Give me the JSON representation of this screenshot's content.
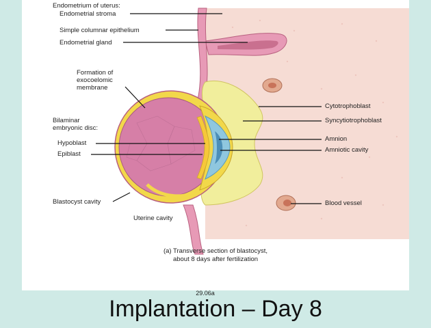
{
  "labels": {
    "endometrium_heading": "Endometrium of uterus:",
    "endometrial_stroma": "Endometrial stroma",
    "simple_columnar": "Simple columnar epithelium",
    "endometrial_gland": "Endometrial gland",
    "exocoelomic_line1": "Formation of",
    "exocoelomic_line2": "exocoelomic",
    "exocoelomic_line3": "membrane",
    "bilaminar_line1": "Bilaminar",
    "bilaminar_line2": "embryonic disc:",
    "hypoblast": "Hypoblast",
    "epiblast": "Epiblast",
    "blastocyst_cavity": "Blastocyst cavity",
    "uterine_cavity": "Uterine cavity",
    "cytotrophoblast": "Cytotrophoblast",
    "syncytiotrophoblast": "Syncytiotrophoblast",
    "amnion": "Amnion",
    "amniotic_cavity": "Amniotic cavity",
    "blood_vessel": "Blood vessel"
  },
  "caption_line1": "(a) Transverse section of blastocyst,",
  "caption_line2": "about 8 days after fertilization",
  "figure_number": "29.06a",
  "title": "Implantation – Day 8",
  "colors": {
    "background": "#cfeae6",
    "stroma": "#f6dcd4",
    "epithelium": "#e79ab6",
    "cavity": "#d67fa7",
    "syncytio": "#f1ee9c",
    "cyto": "#f2d84a",
    "amnion": "#8fc7df"
  }
}
